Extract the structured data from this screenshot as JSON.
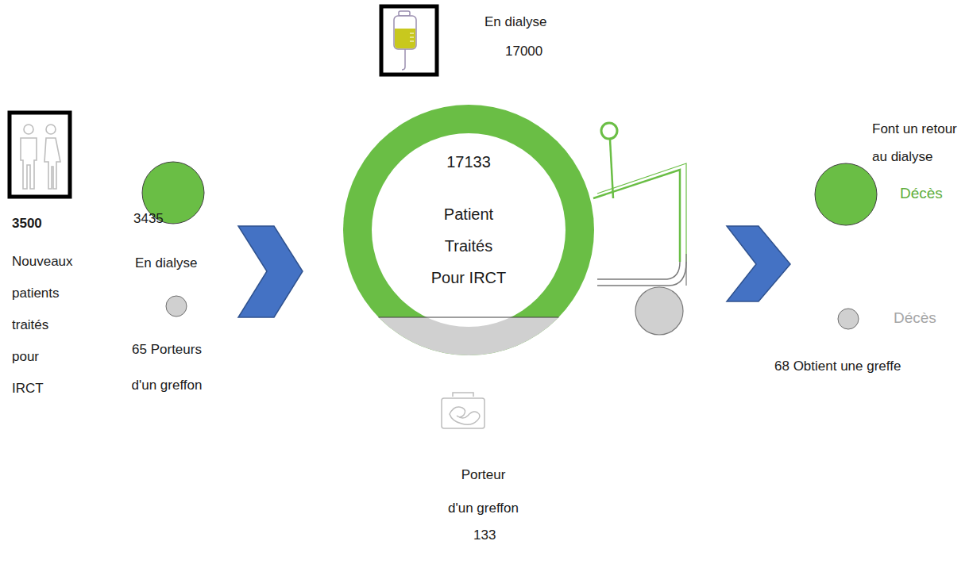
{
  "diagram": {
    "nodes": [
      {
        "text": [
          "3435",
          "En dialyse"
        ]
      },
      {
        "text": [
          "65 Porteurs d'un greffon"
        ]
      },
      {
        "text": [
          "17133",
          "Patient Traités Pour IRCT"
        ]
      },
      {
        "text": [
          "Font un retour au dialyse",
          "Décès"
        ]
      },
      {
        "text": [
          "Décès",
          "68 Obtient une greffe"
        ]
      }
    ],
    "labels": [
      "3500",
      "Nouveaux patients traités pour IRCT",
      "En dialyse",
      "17000",
      "Porteur d'un greffon",
      "133"
    ]
  }
}
